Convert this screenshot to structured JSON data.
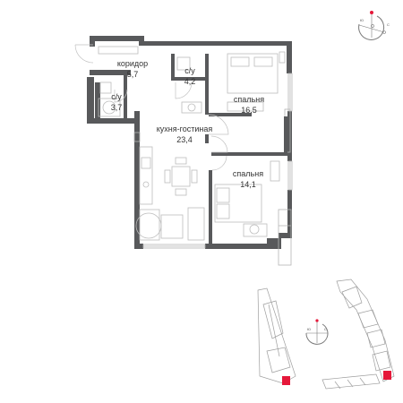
{
  "rooms": [
    {
      "id": "corridor",
      "name": "коридор",
      "area": "5,7"
    },
    {
      "id": "bath1",
      "name": "с/у",
      "area": "4,2"
    },
    {
      "id": "bath2",
      "name": "с/у",
      "area": "3,7"
    },
    {
      "id": "bedroom1",
      "name": "спальня",
      "area": "16,5"
    },
    {
      "id": "living",
      "name": "кухня-гостиная",
      "area": "23,4"
    },
    {
      "id": "bedroom2",
      "name": "спальня",
      "area": "14,1"
    }
  ],
  "compass": {
    "north": "Ю",
    "east": "С"
  },
  "mini_compass": {
    "north": "Ю",
    "east": "С"
  },
  "colors": {
    "wall": "#58595b",
    "accent": "#e5183a",
    "sitemap_line": "#9e9e9e",
    "compass_marker": "#e5183a"
  }
}
